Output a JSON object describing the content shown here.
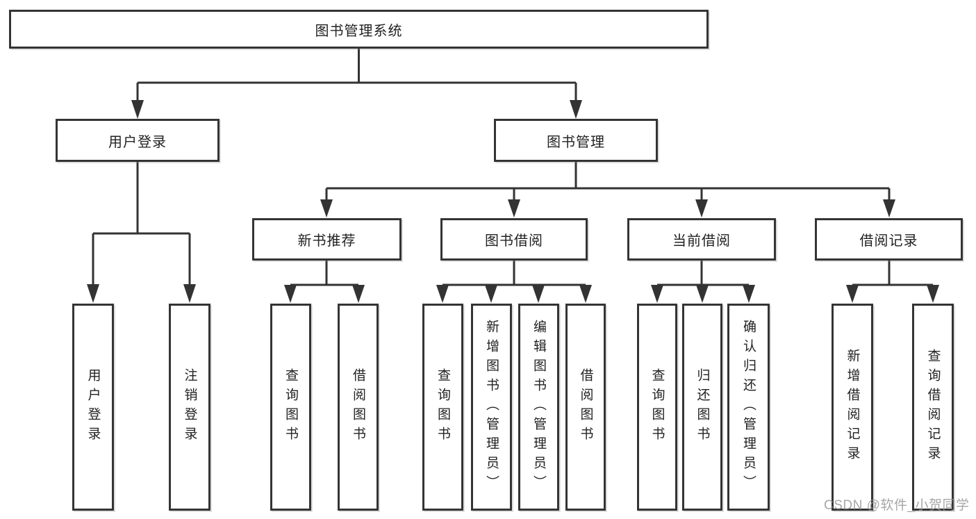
{
  "tree": {
    "label": "图书管理系统",
    "children": [
      {
        "label": "用户登录",
        "children": [
          {
            "label": "用户登录"
          },
          {
            "label": "注销登录"
          }
        ]
      },
      {
        "label": "图书管理",
        "children": [
          {
            "label": "新书推荐",
            "children": [
              {
                "label": "查询图书"
              },
              {
                "label": "借阅图书"
              }
            ]
          },
          {
            "label": "图书借阅",
            "children": [
              {
                "label": "查询图书"
              },
              {
                "label": "新增图书（管理员）"
              },
              {
                "label": "编辑图书（管理员）"
              },
              {
                "label": "借阅图书"
              }
            ]
          },
          {
            "label": "当前借阅",
            "children": [
              {
                "label": "查询图书"
              },
              {
                "label": "归还图书"
              },
              {
                "label": "确认归还（管理员）"
              }
            ]
          },
          {
            "label": "借阅记录",
            "children": [
              {
                "label": "新增借阅记录"
              },
              {
                "label": "查询借阅记录"
              }
            ]
          }
        ]
      }
    ]
  },
  "watermark": {
    "text": "CSDN @软件_小贺同学"
  },
  "colors": {
    "line": "#333333",
    "box_border": "#343434",
    "text": "#222222",
    "watermark": "#969696",
    "background": "#ffffff"
  }
}
